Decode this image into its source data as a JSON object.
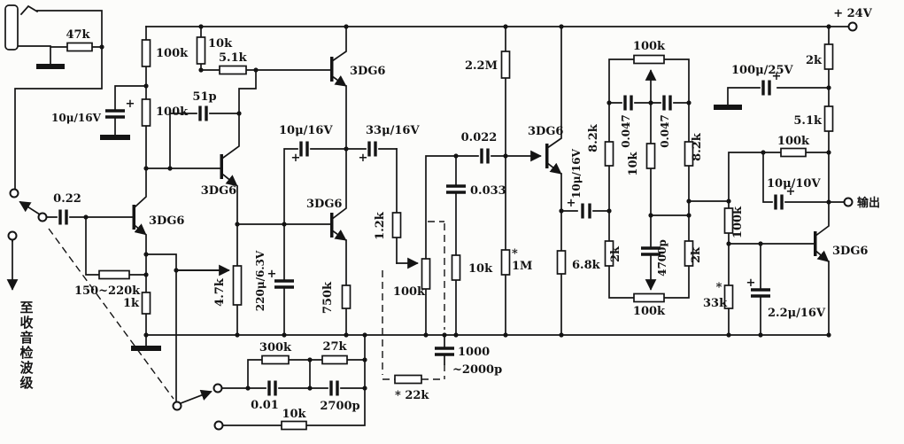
{
  "title": "transistor-audio-amplifier-schematic",
  "colors": {
    "ink": "#141414",
    "paper": "#fcfcfa"
  },
  "power": {
    "label": "+ 24V"
  },
  "output": {
    "label": "输出"
  },
  "input_note": {
    "vertical_label": "至收音检波级",
    "chars": [
      "至",
      "收",
      "音",
      "检",
      "波",
      "级"
    ]
  },
  "plus": "+",
  "transistors": {
    "q1": "3DG6",
    "q2": "3DG6",
    "q3": "3DG6",
    "q3b": "3DG6",
    "q4": "3DG6",
    "q6": "3DG6"
  },
  "labels": {
    "r47k": "47k",
    "c10u16v_a": "10μ/16V",
    "r100k_a": "100k",
    "r100k_b": "100k",
    "r10k_a": "10k",
    "r5k1_a": "5.1k",
    "c51p": "51p",
    "c0_22": "0.22",
    "r150_220k": "150~220k",
    "r1k": "1k",
    "r4k7": "4.7k",
    "c220u": "220μ/6.3V",
    "r750k": "750k",
    "c10u16v_b": "10μ/16V",
    "c33u16v": "33μ/16V",
    "r1k2": "1.2k",
    "r100k_vol": "100k",
    "c0_022": "0.022",
    "c0_033": "0.033",
    "r10k_b": "10k",
    "star": "*",
    "r1m": "1M",
    "r2m2": "2.2M",
    "c10u16v_c": "10μ/16V",
    "r6k8": "6.8k",
    "r300k": "300k",
    "r27k": "27k",
    "c0_01": "0.01",
    "c2700p": "2700p",
    "r10k_c": "10k",
    "c1000_l1": "1000",
    "c1000_l2": "~2000p",
    "r22k": "* 22k",
    "r100k_treble": "100k",
    "c047_a": "0.047",
    "c047_b": "0.047",
    "r8k2_a": "8.2k",
    "r8k2_b": "8.2k",
    "r10k_d": "10k",
    "r2k_a": "2k",
    "r2k_b": "2k",
    "c4700p": "4700p",
    "r100k_bass": "100k",
    "r2k_c": "2k",
    "c100u25v": "100μ/25V",
    "r5k1_b": "5.1k",
    "r100k_c": "100k",
    "r100k_d": "100k",
    "c10u10v": "10μ/10V",
    "r33k": "33k",
    "c2u2": "2.2μ/16V"
  }
}
